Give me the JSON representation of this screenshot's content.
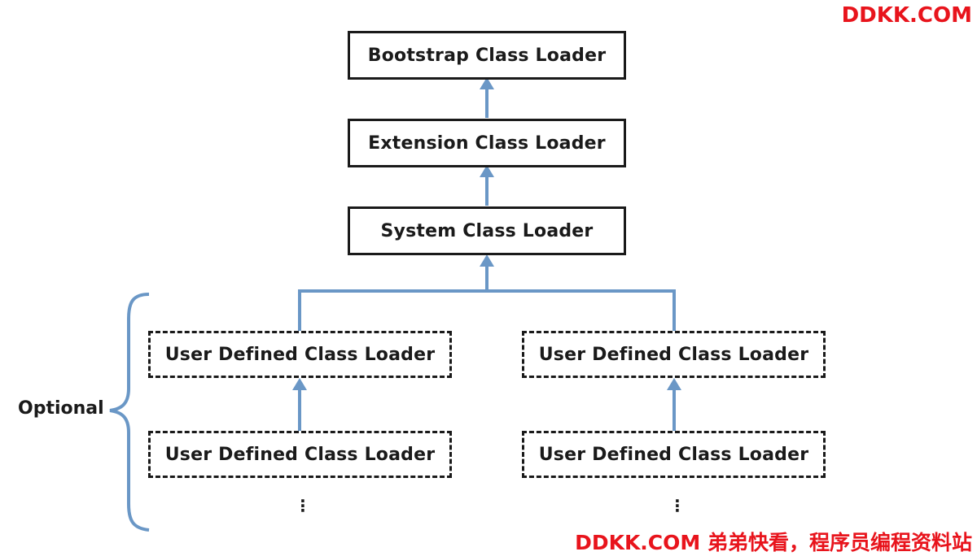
{
  "watermark": {
    "top": "DDKK.COM",
    "bottom": "DDKK.COM 弟弟快看，程序员编程资料站"
  },
  "diagram": {
    "bootstrap": "Bootstrap Class Loader",
    "extension": "Extension Class Loader",
    "system": "System Class Loader",
    "user_left_1": "User Defined Class Loader",
    "user_right_1": "User Defined Class Loader",
    "user_left_2": "User Defined Class Loader",
    "user_right_2": "User Defined Class Loader",
    "optional_label": "Optional",
    "ellipsis": "⋮"
  },
  "colors": {
    "arrow": "#6a97c6",
    "border": "#1a1a1a",
    "watermark": "#e8141c"
  }
}
